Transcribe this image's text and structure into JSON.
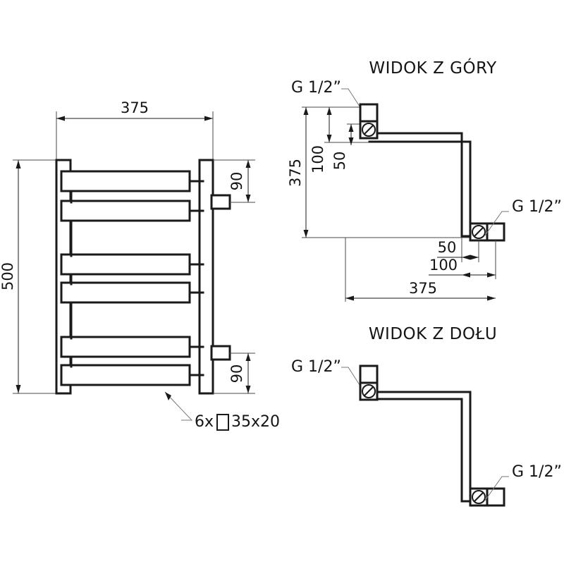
{
  "document": {
    "type": "technical-drawing",
    "background_color": "#ffffff",
    "line_color": "#1a1a1a",
    "dimension_color": "#141414"
  },
  "front_view": {
    "name": "front-view",
    "dimensions": {
      "width_label": "375",
      "height_label": "500",
      "top_offset_label": "90",
      "bottom_offset_label": "90"
    },
    "callout": {
      "prefix": "6x",
      "symbol": "rectangle-profile-symbol",
      "size": "35x20",
      "full_text": "6x 35x20"
    },
    "bar_count": 6
  },
  "top_view": {
    "name": "top-view",
    "title": "WIDOK Z GÓRY",
    "connection_upper_label": "G 1/2”",
    "connection_lower_label": "G 1/2”",
    "dimensions": {
      "vertical_total": "375",
      "vertical_mid": "100",
      "vertical_inner": "50",
      "horizontal_total": "375",
      "horizontal_mid": "100",
      "horizontal_inner": "50"
    }
  },
  "bottom_view": {
    "name": "bottom-view",
    "title": "WIDOK Z DOŁU",
    "connection_upper_label": "G 1/2”",
    "connection_lower_label": "G 1/2”"
  }
}
